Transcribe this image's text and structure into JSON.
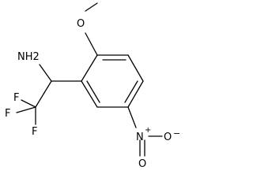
{
  "molecule": {
    "atom_labels": {
      "methoxy_o": "O",
      "amine": "NH2",
      "fluorine_1": "F",
      "fluorine_2": "F",
      "fluorine_3": "F",
      "nitro_n": "N",
      "nitro_n_charge": "+",
      "nitro_o_top": "O",
      "nitro_o_right": "O",
      "nitro_o_charge": "−"
    }
  }
}
